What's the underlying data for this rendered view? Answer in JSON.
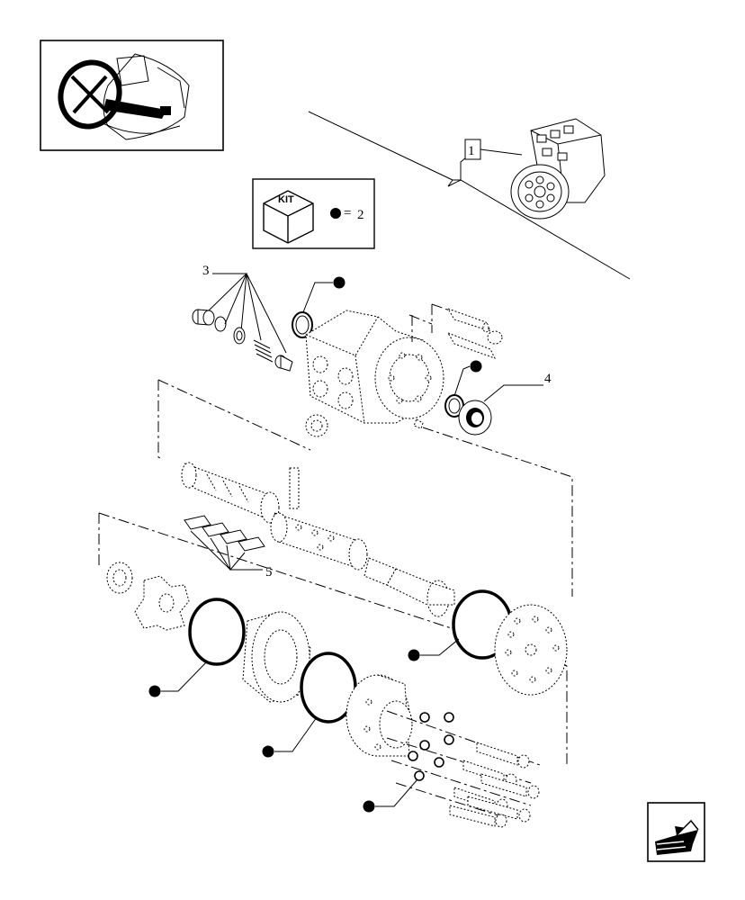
{
  "callouts": {
    "assembly": "1",
    "kit_count": "2",
    "seal_kit": "3",
    "washer": "4",
    "plates": "5"
  },
  "kit_box": {
    "label": "KIT",
    "equals": "="
  },
  "icons": [
    "steering-wheel-location-icon",
    "kit-cube-icon",
    "next-page-arrow-icon"
  ],
  "colors": {
    "ink": "#000000",
    "paper": "#ffffff"
  }
}
